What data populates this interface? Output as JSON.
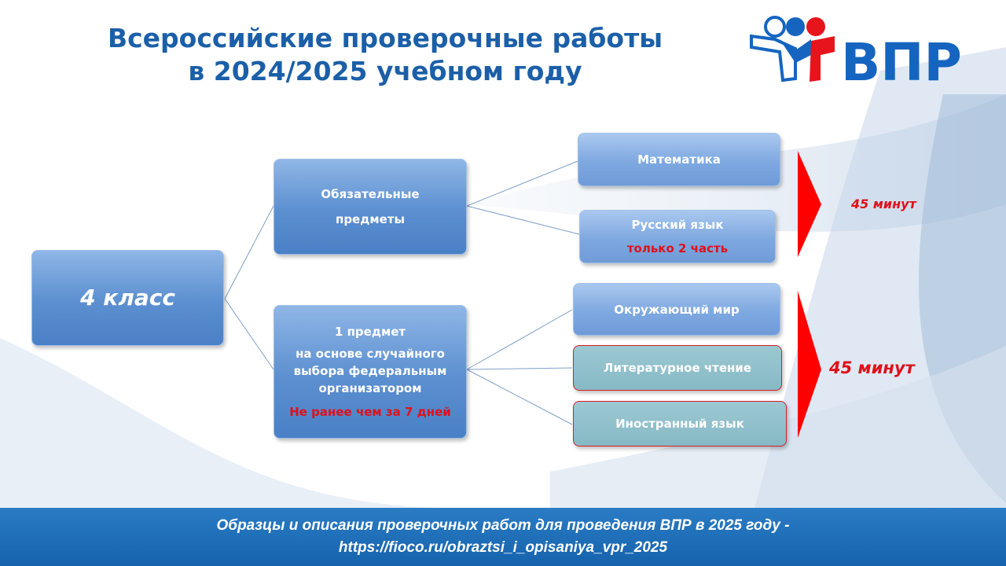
{
  "title": {
    "line1": "Всероссийские проверочные работы",
    "line2": "в 2024/2025 учебном году"
  },
  "logo": {
    "text": "ВПР"
  },
  "colors": {
    "accent": "#1b5fa8",
    "red": "#e0101a",
    "banner": "#1a6ab3"
  },
  "root": {
    "label": "4 класс"
  },
  "groups": [
    {
      "lines": [
        "Обязательные",
        "предметы"
      ],
      "note": ""
    },
    {
      "lines": [
        "1 предмет",
        "на основе случайного",
        "выбора федеральным",
        "организатором"
      ],
      "note": "Не ранее чем за 7 дней"
    }
  ],
  "subjects": [
    {
      "label": "Математика",
      "note": ""
    },
    {
      "label": "Русский язык",
      "note": "только 2 часть"
    },
    {
      "label": "Окружающий мир",
      "note": ""
    },
    {
      "label": "Литературное чтение",
      "note": ""
    },
    {
      "label": "Иностранный язык",
      "note": ""
    }
  ],
  "durations": [
    "45 минут",
    "45 минут"
  ],
  "footer": {
    "line1": "Образцы и описания проверочных работ для проведения ВПР в 2025 году -",
    "line2": "https://fioco.ru/obraztsi_i_opisaniya_vpr_2025"
  }
}
